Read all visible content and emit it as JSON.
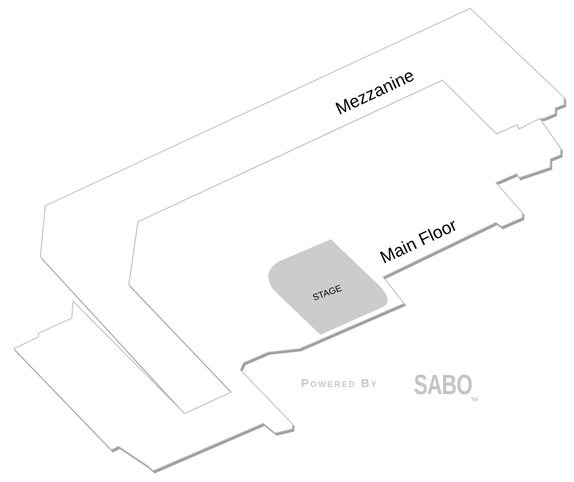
{
  "sections": [
    {
      "id": "mezzanine",
      "label": "Mezzanine"
    },
    {
      "id": "main-floor",
      "label": "Main Floor"
    }
  ],
  "stage": {
    "label": "STAGE",
    "color": "#cccccc"
  },
  "branding": {
    "powered_by": "Powered By",
    "brand": "SABO",
    "trademark": "TM"
  }
}
